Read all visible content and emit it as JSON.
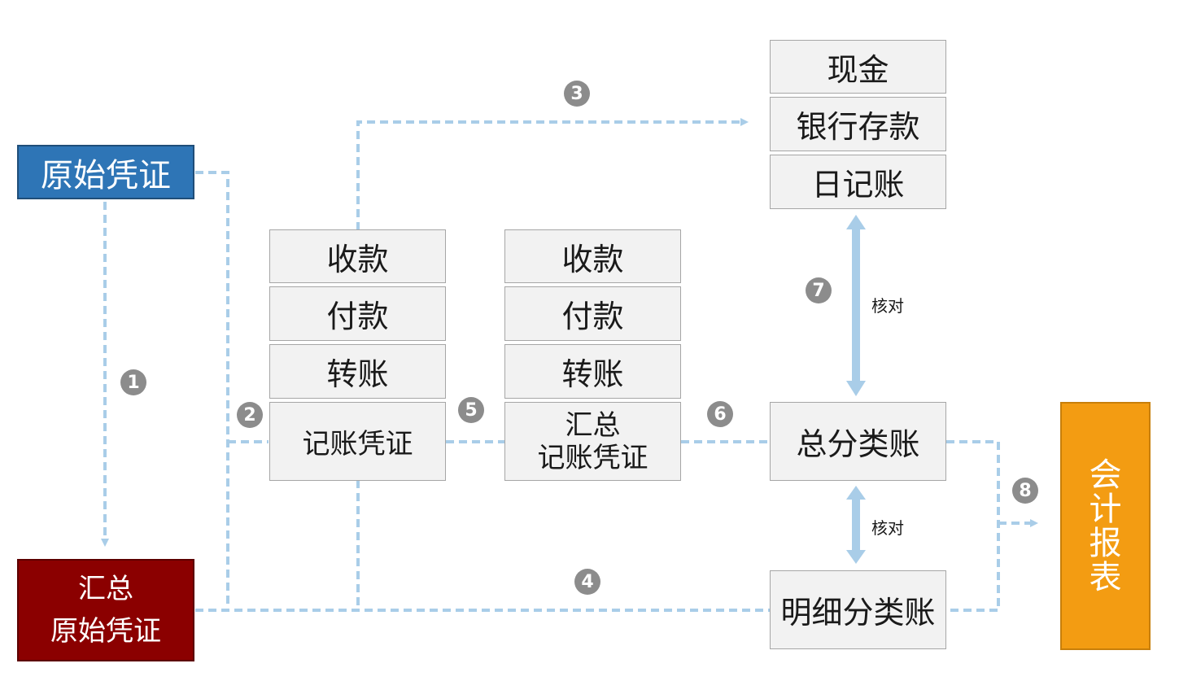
{
  "source_box": {
    "label": "原始凭证"
  },
  "summary_source_box": {
    "line1": "汇总",
    "line2": "原始凭证"
  },
  "voucher_column_1": {
    "items": [
      "收款",
      "付款",
      "转账"
    ],
    "last": "记账凭证"
  },
  "voucher_column_2": {
    "items": [
      "收款",
      "付款",
      "转账"
    ],
    "last_line1": "汇总",
    "last_line2": "记账凭证"
  },
  "journals": {
    "items": [
      "现金",
      "银行存款",
      "日记账"
    ]
  },
  "general_ledger": {
    "label": "总分类账"
  },
  "detail_ledger": {
    "label": "明细分类账"
  },
  "report": {
    "chars": [
      "会",
      "计",
      "报",
      "表"
    ]
  },
  "check_labels": {
    "upper": "核对",
    "lower": "核对"
  },
  "step_badges": [
    "1",
    "2",
    "3",
    "4",
    "5",
    "6",
    "7",
    "8"
  ],
  "colors": {
    "connector": "#a9cde8",
    "blue": "#2e75b6",
    "red": "#8b0000",
    "orange": "#f39c12",
    "badge": "#8c8c8c"
  }
}
